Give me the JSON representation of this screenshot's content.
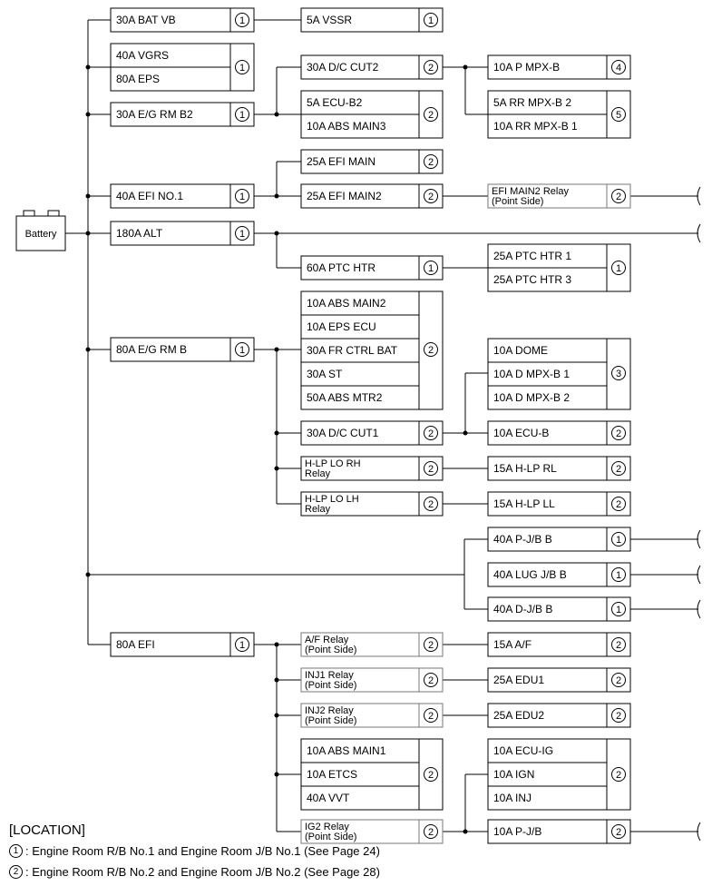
{
  "battery": "Battery",
  "fuses": {
    "bat_vb": "30A BAT VB",
    "vssr": "5A VSSR",
    "vgrs": "40A VGRS",
    "eps": "80A EPS",
    "eg_rm_b2": "30A E/G RM B2",
    "dc_cut2": "30A D/C CUT2",
    "p_mpx_b": "10A P MPX-B",
    "ecu_b2": "5A ECU-B2",
    "abs_main3": "10A ABS MAIN3",
    "rr_mpx_b2": "5A RR MPX-B 2",
    "rr_mpx_b1": "10A RR MPX-B 1",
    "efi_main": "25A EFI MAIN",
    "efi_no1": "40A EFI NO.1",
    "efi_main2": "25A EFI MAIN2",
    "efi_main2_relay_1": "EFI MAIN2 Relay",
    "efi_main2_relay_2": "(Point Side)",
    "alt": "180A ALT",
    "ptc_htr": "60A PTC HTR",
    "ptc_htr1": "25A PTC HTR 1",
    "ptc_htr3": "25A PTC HTR 3",
    "abs_main2": "10A ABS MAIN2",
    "eps_ecu": "10A EPS ECU",
    "eg_rm_b": "80A E/G RM B",
    "fr_ctrl_bat": "30A FR CTRL BAT",
    "st": "30A ST",
    "abs_mtr2": "50A ABS MTR2",
    "dome": "10A DOME",
    "d_mpx_b1": "10A D MPX-B 1",
    "d_mpx_b2": "10A D MPX-B 2",
    "dc_cut1": "30A D/C CUT1",
    "ecu_b": "10A ECU-B",
    "hlp_lo_rh_1": "H-LP LO RH",
    "hlp_lo_rh_2": "Relay",
    "hlp_rl": "15A H-LP RL",
    "hlp_lo_lh_1": "H-LP LO LH",
    "hlp_lo_lh_2": "Relay",
    "hlp_ll": "15A H-LP LL",
    "p_jb_b": "40A P-J/B B",
    "lug_jb_b": "40A LUG J/B B",
    "d_jb_b": "40A D-J/B B",
    "efi80": "80A EFI",
    "af_relay_1": "A/F Relay",
    "af_relay_2": "(Point Side)",
    "af": "15A A/F",
    "inj1_relay_1": "INJ1 Relay",
    "inj1_relay_2": "(Point Side)",
    "edu1": "25A EDU1",
    "inj2_relay_1": "INJ2 Relay",
    "inj2_relay_2": "(Point Side)",
    "edu2": "25A EDU2",
    "abs_main1": "10A ABS MAIN1",
    "ecu_ig": "10A ECU-IG",
    "etcs": "10A ETCS",
    "ign": "10A IGN",
    "vvt": "40A VVT",
    "inj": "10A INJ",
    "ig2_relay_1": "IG2 Relay",
    "ig2_relay_2": "(Point Side)",
    "p_jb": "10A P-J/B"
  },
  "markers": {
    "one": "1",
    "two": "2",
    "three": "3",
    "four": "4",
    "five": "5"
  },
  "legend": {
    "title": "[LOCATION]",
    "loc1_num": "1",
    "loc1_text": ": Engine Room R/B No.1 and Engine Room J/B No.1 (See Page 24)",
    "loc2_num": "2",
    "loc2_text": ": Engine Room R/B No.2 and Engine Room J/B No.2 (See Page 28)"
  }
}
